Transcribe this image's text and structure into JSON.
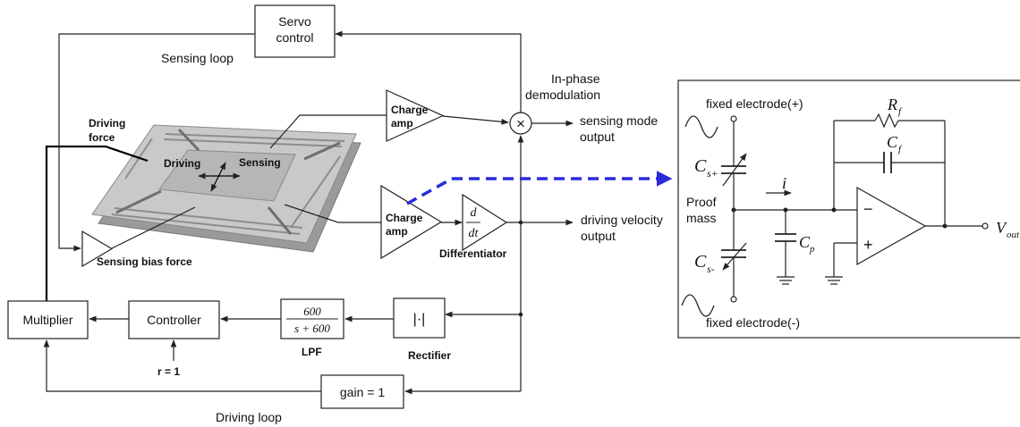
{
  "diagram": {
    "blocks": {
      "servo_line1": "Servo",
      "servo_line2": "control",
      "multiplier": "Multiplier",
      "controller": "Controller",
      "lpf_num": "600",
      "lpf_den": "s + 600",
      "rectifier_symbol": "|·|",
      "gain": "gain = 1",
      "charge_amp_line1": "Charge",
      "charge_amp_line2": "amp",
      "diff_num": "d",
      "diff_den": "dt"
    },
    "labels": {
      "sensing_loop": "Sensing loop",
      "driving_loop": "Driving loop",
      "inphase_line1": "In-phase",
      "inphase_line2": "demodulation",
      "sensing_out_line1": "sensing mode",
      "sensing_out_line2": "output",
      "driving_out_line1": "driving velocity",
      "driving_out_line2": "output",
      "driving_force_line1": "Driving",
      "driving_force_line2": "force",
      "chip_driving": "Driving",
      "chip_sensing": "Sensing",
      "sensing_bias_force": "Sensing bias force",
      "differentiator": "Differentiator",
      "lpf": "LPF",
      "rectifier": "Rectifier",
      "reference": "r = 1",
      "mixer_symbol": "×"
    },
    "circuit": {
      "fixed_electrode_plus": "fixed electrode(+)",
      "fixed_electrode_minus": "fixed electrode(-)",
      "proof_line1": "Proof",
      "proof_line2": "mass",
      "cs_plus": "C",
      "cs_plus_sub": "s+",
      "cs_minus": "C",
      "cs_minus_sub": "s-",
      "current": "i",
      "rf": "R",
      "rf_sub": "f",
      "cf": "C",
      "cf_sub": "f",
      "cp": "C",
      "cp_sub": "p",
      "vout": "V",
      "vout_sub": "out",
      "minus_sign": "−",
      "plus_sign": "+"
    },
    "colors": {
      "link_arrow": "#2b2bdc",
      "chip_top": "#c9c9c9",
      "chip_side": "#9a9a9a",
      "line": "#222222"
    }
  }
}
